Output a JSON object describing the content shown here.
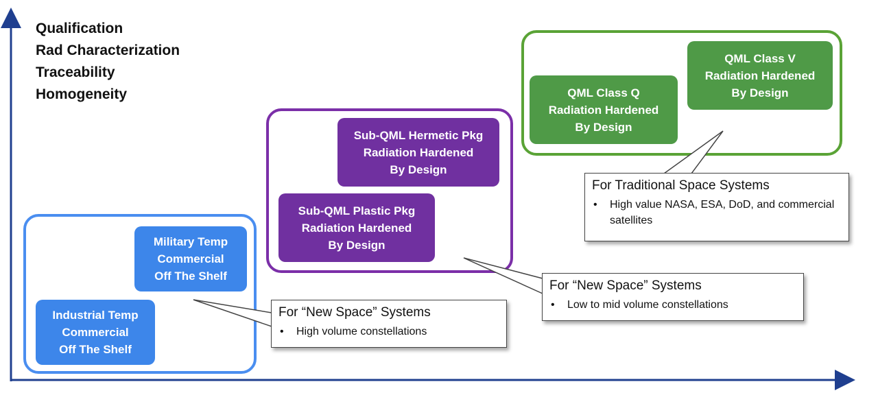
{
  "y_axis_labels": [
    "Qualification",
    "Rad Characterization",
    "Traceability",
    "Homogeneity"
  ],
  "groups": {
    "cots": {
      "color": "#4a8ef0",
      "boxes": [
        {
          "lines": [
            "Industrial Temp",
            "Commercial",
            "Off The Shelf"
          ]
        },
        {
          "lines": [
            "Military Temp",
            "Commercial",
            "Off The Shelf"
          ]
        }
      ]
    },
    "sub_qml": {
      "color": "#7b2fa8",
      "boxes": [
        {
          "lines": [
            "Sub-QML Plastic Pkg",
            "Radiation Hardened",
            "By Design"
          ]
        },
        {
          "lines": [
            "Sub-QML Hermetic Pkg",
            "Radiation Hardened",
            "By Design"
          ]
        }
      ]
    },
    "qml": {
      "color": "#5aa336",
      "boxes": [
        {
          "lines": [
            "QML Class Q",
            "Radiation Hardened",
            "By Design"
          ]
        },
        {
          "lines": [
            "QML Class V",
            "Radiation Hardened",
            "By Design"
          ]
        }
      ]
    }
  },
  "callouts": [
    {
      "title": "For “New Space” Systems",
      "bullets": [
        "High volume constellations"
      ]
    },
    {
      "title": "For “New Space” Systems",
      "bullets": [
        "Low to mid volume constellations"
      ]
    },
    {
      "title": "For Traditional Space Systems",
      "bullets": [
        "High value NASA, ESA, DoD, and commercial satellites"
      ]
    }
  ],
  "axis_color": "#1f3f8f"
}
